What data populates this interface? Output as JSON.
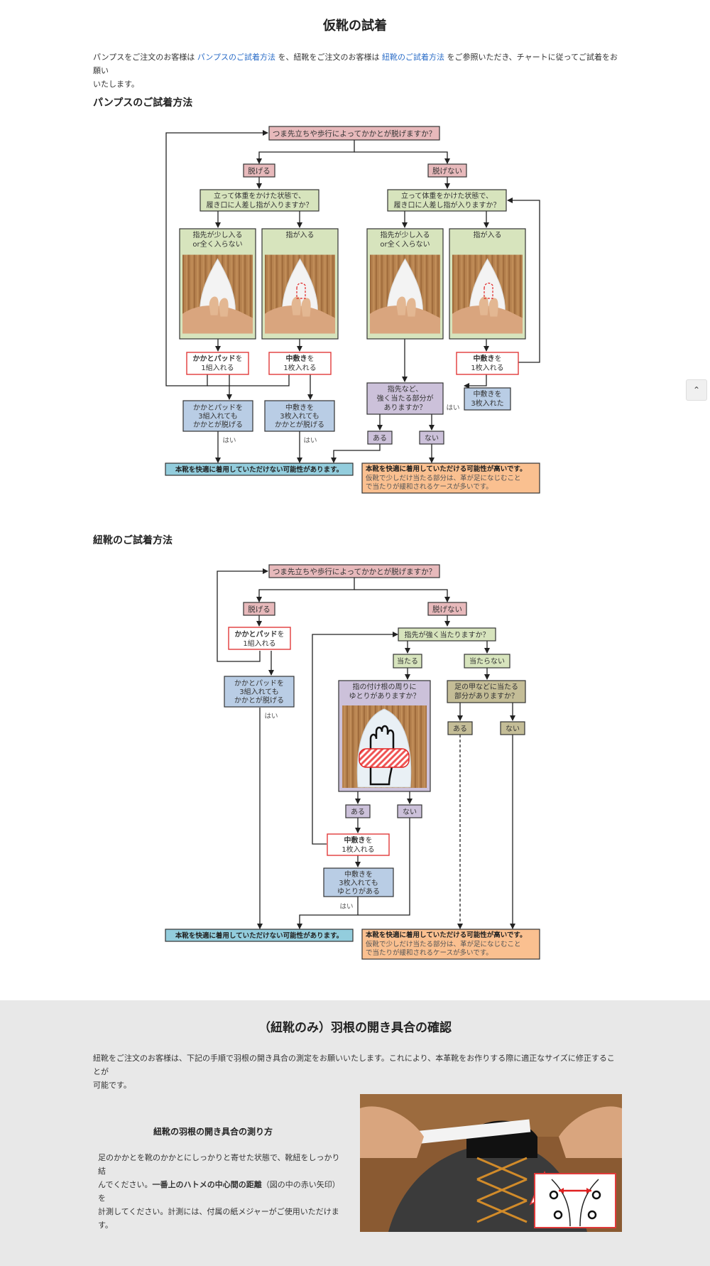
{
  "page": {
    "title": "仮靴の試着",
    "intro_pre1": "パンプスをご注文のお客様は ",
    "intro_link1": "パンプスのご試着方法",
    "intro_mid": " を、紐靴をご注文のお客様は ",
    "intro_link2": "紐靴のご試着方法",
    "intro_post": " をご参照いただき、チャートに従ってご試着をお願い",
    "intro_line2": "いたします。",
    "scroll_top_glyph": "⌃"
  },
  "pumps": {
    "heading": "パンプスのご試着方法",
    "q1": "つま先立ちや歩行によってかかとが脱げますか？",
    "yes_slip": "脱げる",
    "no_slip": "脱げない",
    "q2_l1": "立って体重をかけた状態で、",
    "q2_l2": "履き口に人差し指が入りますか？",
    "fit_little_l1": "指先が少し入る",
    "fit_little_l2": "or全く入らない",
    "fit_in": "指が入る",
    "heelpad_b": "かかとパッド",
    "heelpad_o": "を",
    "heelpad_l2": "1組入れる",
    "insole_b": "中敷き",
    "insole_o": "を",
    "insole_l2": "1枚入れる",
    "still_heel_l1": "かかとパッドを",
    "still_heel_l2": "3組入れても",
    "still_heel_l3": "かかとが脱げる",
    "still_ins_l1": "中敷きを",
    "still_ins_l2": "3枚入れても",
    "still_ins_l3": "かかとが脱げる",
    "pain_l1": "指先など、",
    "pain_l2": "強く当たる部分が",
    "pain_l3": "ありますか？",
    "three_ins_l1": "中敷きを",
    "three_ins_l2": "3枚入れた",
    "yes": "はい",
    "aru": "ある",
    "nai": "ない",
    "bad_result": "本靴を快適に着用していただけない可能性があります。",
    "good_title": "本靴を快適に着用していただける可能性が高いです。",
    "good_l2": "仮靴で少しだけ当たる部分は、革が足になじむこと",
    "good_l3": "で当たりが緩和されるケースが多いです。"
  },
  "laceups": {
    "heading": "紐靴のご試着方法",
    "q1": "つま先立ちや歩行によってかかとが脱げますか？",
    "yes_slip": "脱げる",
    "no_slip": "脱げない",
    "heelpad_b": "かかとパッド",
    "heelpad_o": "を",
    "heelpad_l2": "1組入れる",
    "still_heel_l1": "かかとパッドを",
    "still_heel_l2": "3組入れても",
    "still_heel_l3": "かかとが脱げる",
    "yes": "はい",
    "toe_q": "指先が強く当たりますか？",
    "hit": "当たる",
    "not_hit": "当たらない",
    "root_q_l1": "指の付け根の周りに",
    "root_q_l2": "ゆとりがありますか？",
    "instep_q_l1": "足の甲などに当たる",
    "instep_q_l2": "部分がありますか？",
    "aru": "ある",
    "nai": "ない",
    "insole_b": "中敷き",
    "insole_o": "を",
    "insole_l2": "1枚入れる",
    "room_l1": "中敷きを",
    "room_l2": "3枚入れても",
    "room_l3": "ゆとりがある",
    "bad_result": "本靴を快適に着用していただけない可能性があります。",
    "good_title": "本靴を快適に着用していただける可能性が高いです。",
    "good_l2": "仮靴で少しだけ当たる部分は、革が足になじむこと",
    "good_l3": "で当たりが緩和されるケースが多いです。"
  },
  "eyelet": {
    "title": "（紐靴のみ）羽根の開き具合の確認",
    "intro_l1": "紐靴をご注文のお客様は、下記の手順で羽根の開き具合の測定をお願いいたします。これにより、本革靴をお作りする際に適正なサイズに修正することが",
    "intro_l2": "可能です。",
    "subhead": "紐靴の羽根の開き具合の測り方",
    "body_l1": "足のかかとを靴のかかとにしっかりと寄せた状態で、靴紐をしっかり結",
    "body_l2_pre": "んでください。",
    "body_l2_bold": "一番上のハトメの中心間の距離",
    "body_l2_post": "（図の中の赤い矢印）を",
    "body_l3": "計測してください。計測には、付属の紙メジャーがご使用いただけま",
    "body_l4": "す。"
  },
  "colors": {
    "question_pink": "#e7b9bb",
    "green": "#d7e4bd",
    "blue": "#b9cde5",
    "purple": "#ccc1da",
    "khaki": "#c4bd97",
    "cyan_bad": "#93cddd",
    "orange_good": "#fac090",
    "red_outline": "#e03a3a",
    "link": "#2a6cc7"
  }
}
